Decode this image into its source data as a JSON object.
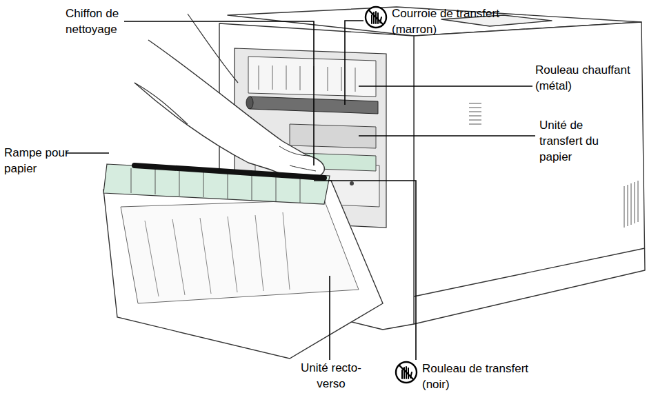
{
  "diagram": {
    "labels": [
      "Chiffon de nettoyage",
      "Courroie de transfert (marron)",
      "Rouleau chauffant (métal)",
      "Rampe pour papier",
      "Unité de transfert du papier",
      "Unité recto-verso",
      "Rouleau de transfert (noir)"
    ]
  }
}
